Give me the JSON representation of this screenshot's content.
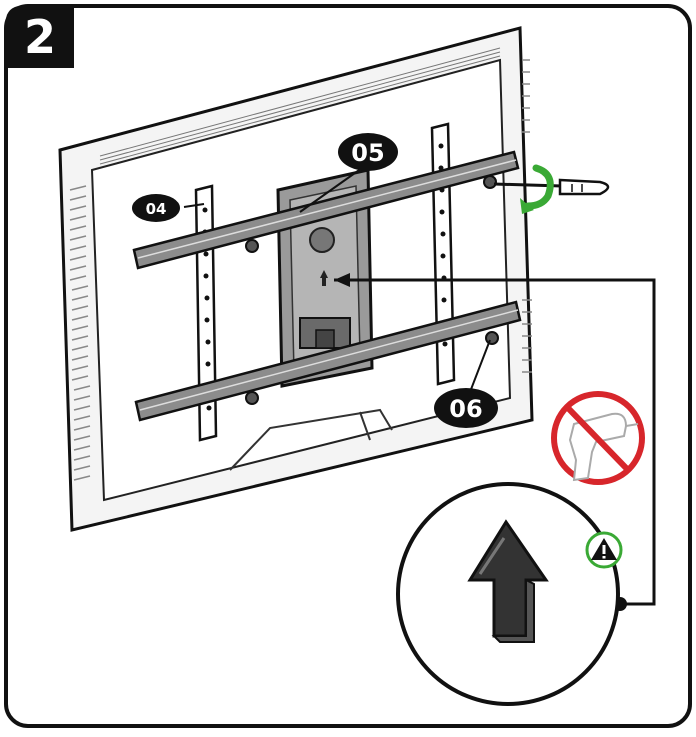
{
  "step": {
    "number": "2"
  },
  "callouts": {
    "screws_04": "04",
    "bracket_05": "05",
    "bolts_06": "06"
  },
  "icons": {
    "no_drill": "no-power-drill-icon",
    "warning": "warning-triangle-icon",
    "arrow": "up-arrow-icon",
    "rotation": "clockwise-rotation-icon"
  },
  "colors": {
    "outline": "#111111",
    "no_sign": "#d7262b",
    "rotation_arrow": "#3aa935",
    "warning_ring": "#3aa935",
    "metal": "#8c8c8c"
  }
}
